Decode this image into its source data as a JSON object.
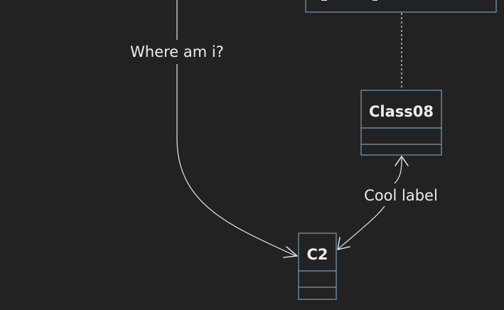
{
  "diagram": {
    "type": "class-diagram",
    "colors": {
      "background": "#222222",
      "class_border": "#7a9cb8",
      "edge": "#d9d9d9",
      "text": "#ececec"
    },
    "classes": [
      {
        "id": "top-partial",
        "title": ""
      },
      {
        "id": "class08",
        "title": "Class08"
      },
      {
        "id": "c2",
        "title": "C2"
      }
    ],
    "edges": [
      {
        "from": "top-partial",
        "to": "class08",
        "style": "dashed",
        "label": ""
      },
      {
        "from": "off-canvas",
        "to": "c2",
        "style": "solid-arrow",
        "label": "Where am i?"
      },
      {
        "from": "c2",
        "to": "class08",
        "style": "solid-arrow-both",
        "label": "Cool label"
      }
    ]
  }
}
